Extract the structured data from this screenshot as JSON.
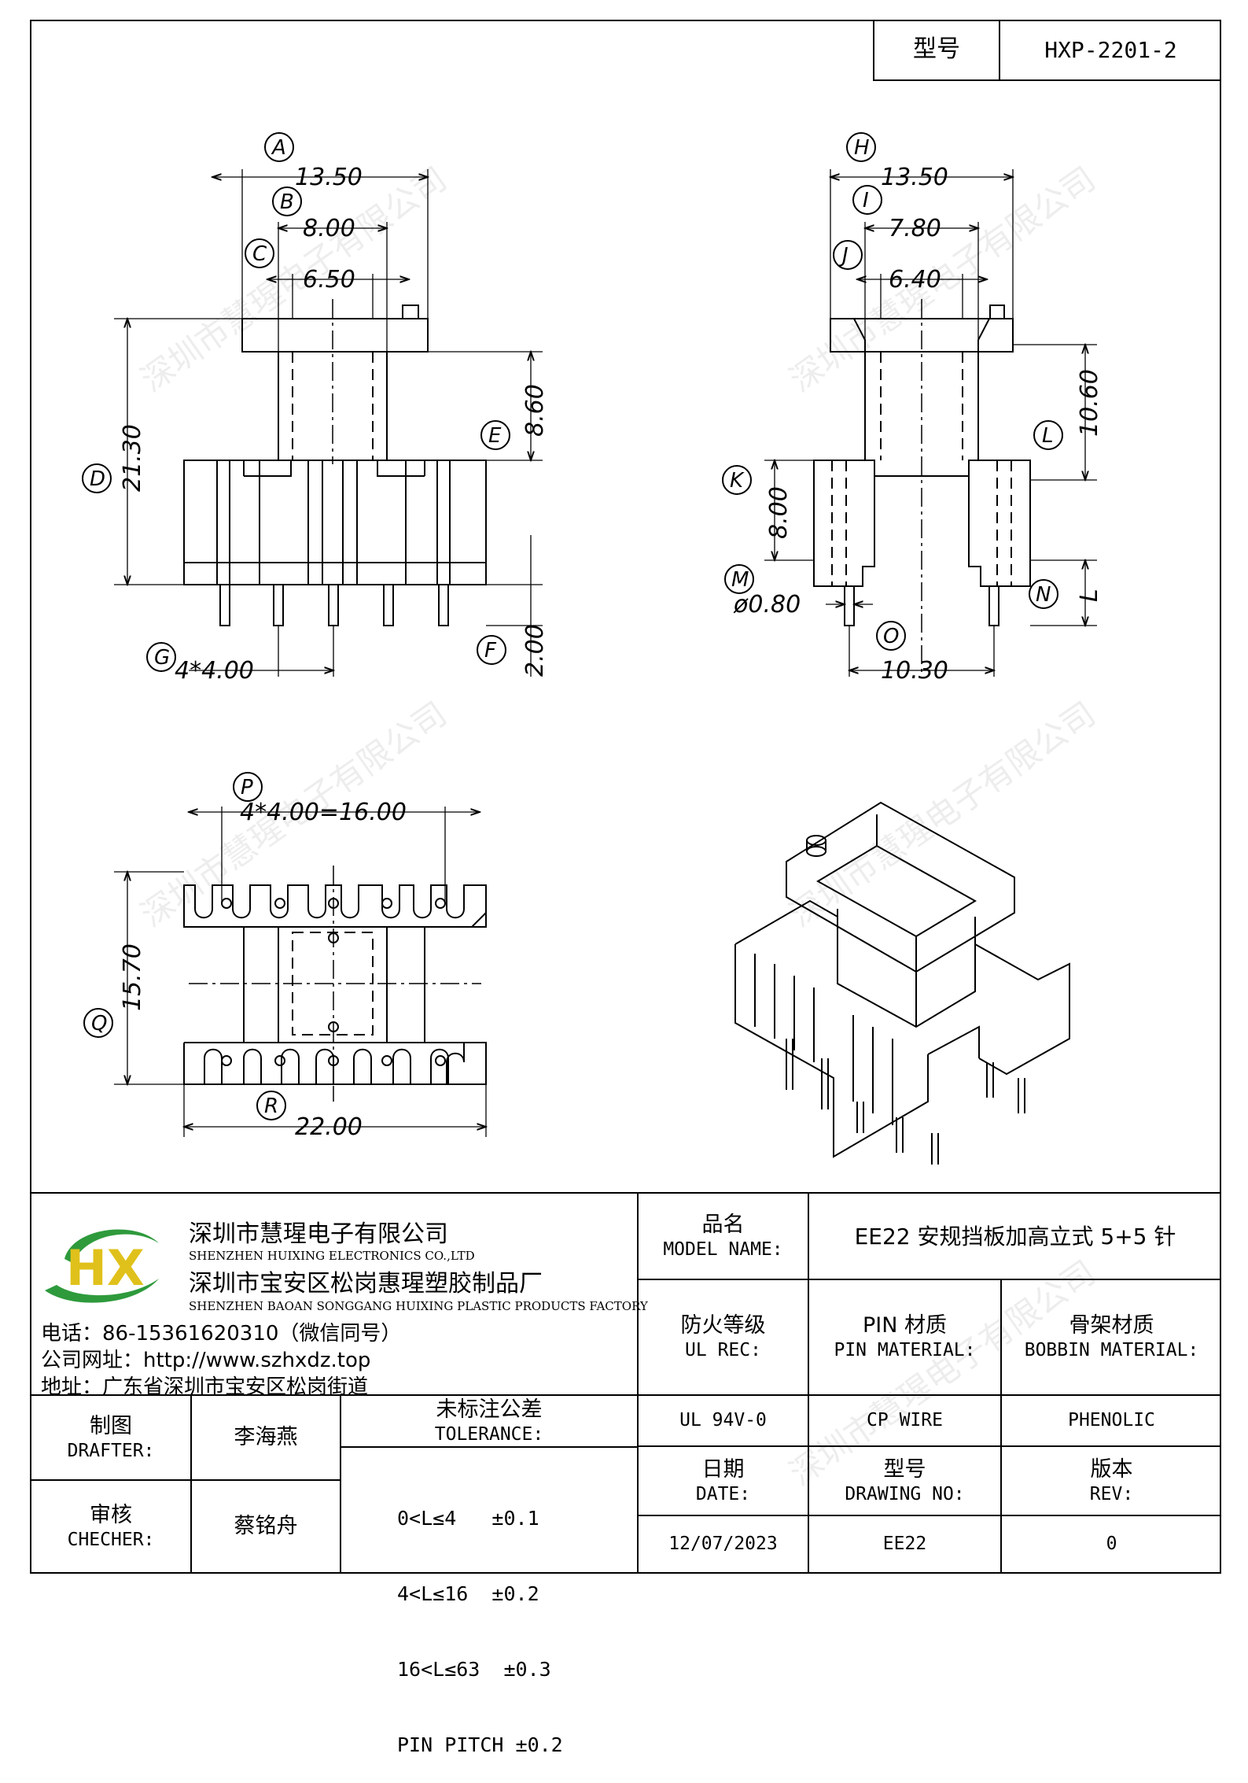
{
  "title_block": {
    "model_label": "型号",
    "model_value": "HXP-2201-2"
  },
  "views": {
    "front": {
      "A": "A",
      "A_dim": "13.50",
      "B": "B",
      "B_dim": "8.00",
      "C": "C",
      "C_dim": "6.50",
      "D": "D",
      "D_dim": "21.30",
      "E": "E",
      "E_dim": "8.60",
      "F": "F",
      "F_dim": "2.00",
      "G": "G",
      "G_dim": "4*4.00"
    },
    "side": {
      "H": "H",
      "H_dim": "13.50",
      "I": "I",
      "I_dim": "7.80",
      "J": "J",
      "J_dim": "6.40",
      "K": "K",
      "K_dim": "8.00",
      "L": "L",
      "L_dim": "10.60",
      "M": "M",
      "M_dim": "ø0.80",
      "N": "N",
      "N_dim": "L",
      "O": "O",
      "O_dim": "10.30"
    },
    "bottom": {
      "P": "P",
      "P_dim": "4*4.00=16.00",
      "Q": "Q",
      "Q_dim": "15.70",
      "R": "R",
      "R_dim": "22.00"
    }
  },
  "watermark": "深圳市慧瑆电子有限公司",
  "company": {
    "logo_text": "HX",
    "name_cn": "深圳市慧瑆电子有限公司",
    "name_en": "SHENZHEN HUIXING ELECTRONICS CO.,LTD",
    "factory_cn": "深圳市宝安区松岗惠瑆塑胶制品厂",
    "factory_en": "SHENZHEN BAOAN SONGGANG HUIXING PLASTIC PRODUCTS FACTORY",
    "phone": "电话：86-15361620310（微信同号）",
    "website": "公司网址：http://www.szhxdz.top",
    "address": "地址：广东省深圳市宝安区松岗街道"
  },
  "table": {
    "model_name_cn": "品名",
    "model_name_en": "MODEL NAME:",
    "model_name_value": "EE22 安规挡板加高立式 5+5 针",
    "ul_cn": "防火等级",
    "ul_en": "UL REC:",
    "pin_cn": "PIN 材质",
    "pin_en": "PIN MATERIAL:",
    "bobbin_cn": "骨架材质",
    "bobbin_en": "BOBBIN MATERIAL:",
    "ul_value": "UL 94V-0",
    "pin_value": "CP WIRE",
    "bobbin_value": "PHENOLIC",
    "drafter_cn": "制图",
    "drafter_en": "DRAFTER:",
    "drafter_value": "李海燕",
    "checker_cn": "审核",
    "checker_en": "CHECHER:",
    "checker_value": "蔡铭舟",
    "tolerance_cn": "未标注公差",
    "tolerance_en": "TOLERANCE:",
    "tolerance_lines": [
      "0<L≤4   ±0.1",
      "4<L≤16  ±0.2",
      "16<L≤63  ±0.3",
      "PIN PITCH ±0.2"
    ],
    "date_cn": "日期",
    "date_en": "DATE:",
    "drawing_cn": "型号",
    "drawing_en": "DRAWING NO:",
    "rev_cn": "版本",
    "rev_en": "REV:",
    "date_value": "12/07/2023",
    "drawing_value": "EE22",
    "rev_value": "0"
  }
}
